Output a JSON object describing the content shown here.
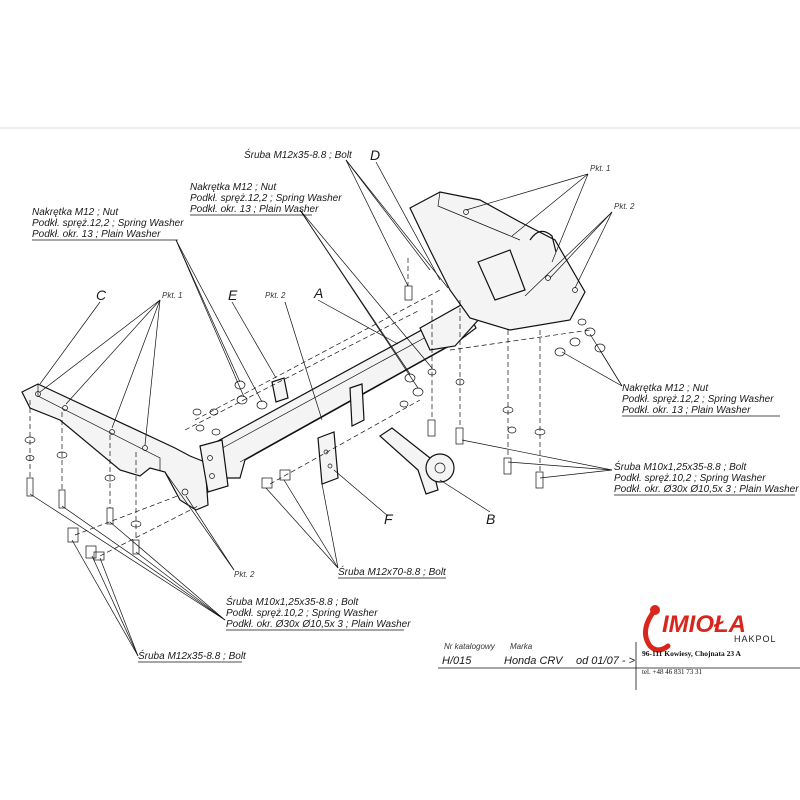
{
  "parts": {
    "A": "A",
    "B": "B",
    "C": "C",
    "D": "D",
    "E": "E",
    "F": "F"
  },
  "labels": {
    "pkt1_top": "Pkt. 1",
    "pkt2_top": "Pkt. 2",
    "pkt1_left": "Pkt. 1",
    "pkt2_mid": "Pkt. 2",
    "pkt2_bottom": "Pkt. 2",
    "bolt_top": "Śruba M12x35-8.8 ;  Bolt",
    "nut_mid_1": "Nakrętka  M12 ; Nut",
    "nut_mid_2": "Podkł. spręż.12,2 ; Spring Washer",
    "nut_mid_3": "Podkł. okr. 13 ; Plain Washer",
    "nut_left_1": "Nakrętka  M12 ; Nut",
    "nut_left_2": "Podkł. spręż.12,2 ; Spring Washer",
    "nut_left_3": "Podkł. okr. 13 ; Plain Washer",
    "nut_right_1": "Nakrętka  M12 ; Nut",
    "nut_right_2": "Podkł. spręż.12,2 ; Spring Washer",
    "nut_right_3": "Podkł. okr. 13 ; Plain Washer",
    "bolt_right_1": "Śruba M10x1,25x35-8.8 ;  Bolt",
    "bolt_right_2": "Podkł. spręż.10,2 ; Spring Washer",
    "bolt_right_3": "Podkł. okr.  Ø30x Ø10,5x 3 ; Plain Washer",
    "bolt_m12x70": "Śruba M12x70-8.8 ;  Bolt",
    "bolt_bottom_1": "Śruba M10x1,25x35-8.8 ;  Bolt",
    "bolt_bottom_2": "Podkł. spręż.10,2 ; Spring Washer",
    "bolt_bottom_3": "Podkł. okr.  Ø30x Ø10,5x 3 ; Plain Washer",
    "bolt_m12x35_bottom": "Śruba M12x35-8.8 ;  Bolt"
  },
  "footer": {
    "catalog_label": "Nr katalogowy",
    "catalog_value": "H/015",
    "make_label": "Marka",
    "make_value": "Honda CRV",
    "date_value": "od  01/07 - >",
    "address": "96-111 Kowiesy, Chojnata 23 A",
    "phone": "tel. +48 46 831 73 31"
  },
  "logo": {
    "brand": "IMIOŁA",
    "sub": "HAKPOL",
    "color": "#d9261c"
  }
}
